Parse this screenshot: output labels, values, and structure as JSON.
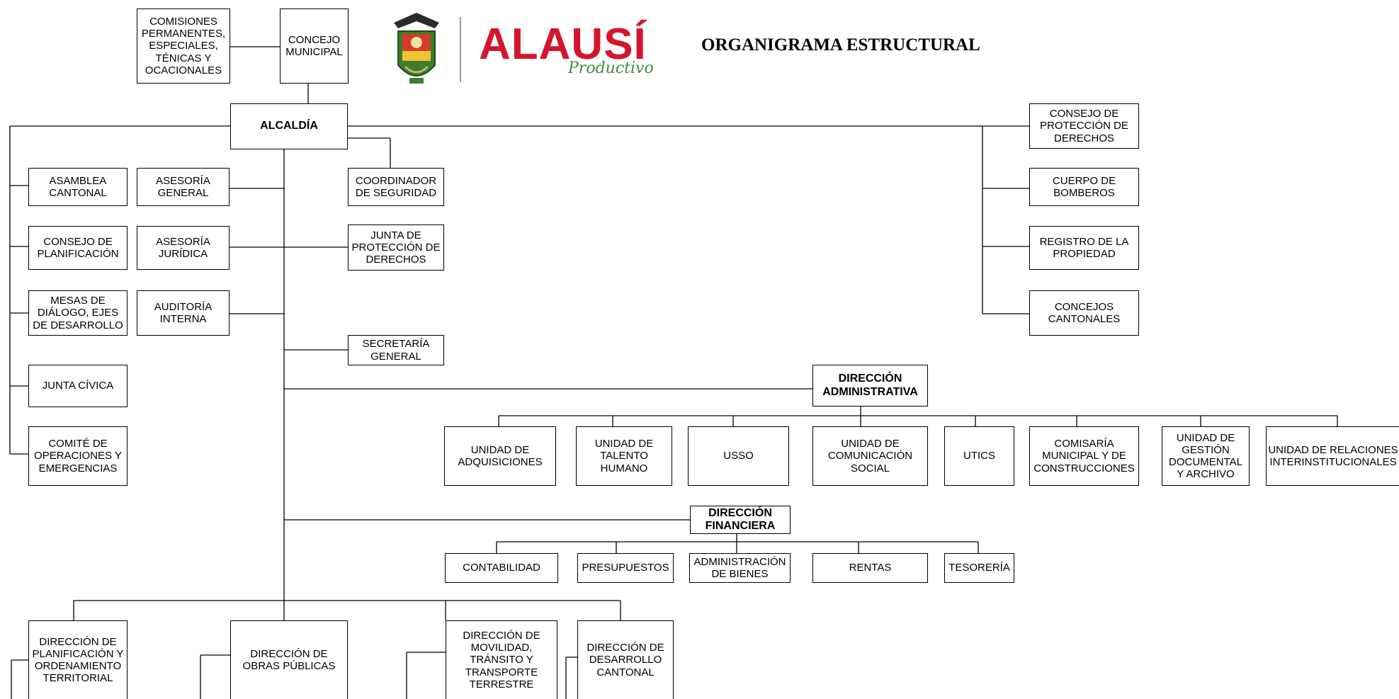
{
  "header": {
    "title": "ORGANIGRAMA ESTRUCTURAL",
    "logo_text": "ALAUSÍ",
    "logo_tagline": "Productivo",
    "logo_color": "#d6142d",
    "tagline_color": "#3d8b3d"
  },
  "top": {
    "comisiones": "COMISIONES\nPERMANENTES,\nESPECIALES,\nTÉNICAS Y\nOCACIONALES",
    "concejo_municipal": "CONCEJO\nMUNICIPAL",
    "alcaldia": "ALCALDÍA"
  },
  "left_column": {
    "asamblea_cantonal": "ASAMBLEA\nCANTONAL",
    "consejo_planificacion": "CONSEJO DE\nPLANIFICACIÓN",
    "mesas_dialogo": "MESAS DE\nDIÁLOGO, EJES\nDE DESARROLLO",
    "junta_civica": "JUNTA CÍVICA",
    "comite_operaciones": "COMITÉ DE\nOPERACIONES Y\nEMERGENCIAS"
  },
  "advisory": {
    "asesoria_general": "ASESORÍA\nGENERAL",
    "asesoria_juridica": "ASESORÍA\nJURÍDICA",
    "auditoria_interna": "AUDITORÍA\nINTERNA"
  },
  "right_of_axis": {
    "coordinador_seguridad": "COORDINADOR\nDE SEGURIDAD",
    "junta_proteccion": "JUNTA DE\nPROTECCIÓN DE\nDERECHOS",
    "secretaria_general": "SECRETARÍA\nGENERAL"
  },
  "right_column": {
    "consejo_proteccion": "CONSEJO DE\nPROTECCIÓN DE\nDERECHOS",
    "cuerpo_bomberos": "CUERPO DE\nBOMBEROS",
    "registro_propiedad": "REGISTRO DE LA\nPROPIEDAD",
    "concejos_cantonales": "CONCEJOS\nCANTONALES"
  },
  "direccion_administrativa": {
    "title": "DIRECCIÓN\nADMINISTRATIVA",
    "units": [
      "UNIDAD DE\nADQUISICIONES",
      "UNIDAD DE\nTALENTO\nHUMANO",
      "USSO",
      "UNIDAD DE\nCOMUNICACIÓN\nSOCIAL",
      "UTICS",
      "COMISARÍA\nMUNICIPAL Y DE\nCONSTRUCCIONES",
      "UNIDAD DE\nGESTIÓN\nDOCUMENTAL\nY ARCHIVO",
      "UNIDAD DE RELACIONES\nINTERINSTITUCIONALES"
    ]
  },
  "direccion_financiera": {
    "title": "DIRECCIÓN\nFINANCIERA",
    "units": [
      "CONTABILIDAD",
      "PRESUPUESTOS",
      "ADMINISTRACIÓN\nDE BIENES",
      "RENTAS",
      "TESORERÍA"
    ]
  },
  "direcciones_bottom": {
    "planificacion": "DIRECCIÓN DE\nPLANIFICACIÓN Y\nORDENAMIENTO\nTERRITORIAL",
    "obras_publicas": "DIRECCIÓN DE\nOBRAS PÚBLICAS",
    "movilidad": "DIRECCIÓN DE\nMOVILIDAD,\nTRÁNSITO Y\nTRANSPORTE\nTERRESTRE",
    "desarrollo_cantonal": "DIRECCIÓN DE\nDESARROLLO\nCANTONAL"
  }
}
